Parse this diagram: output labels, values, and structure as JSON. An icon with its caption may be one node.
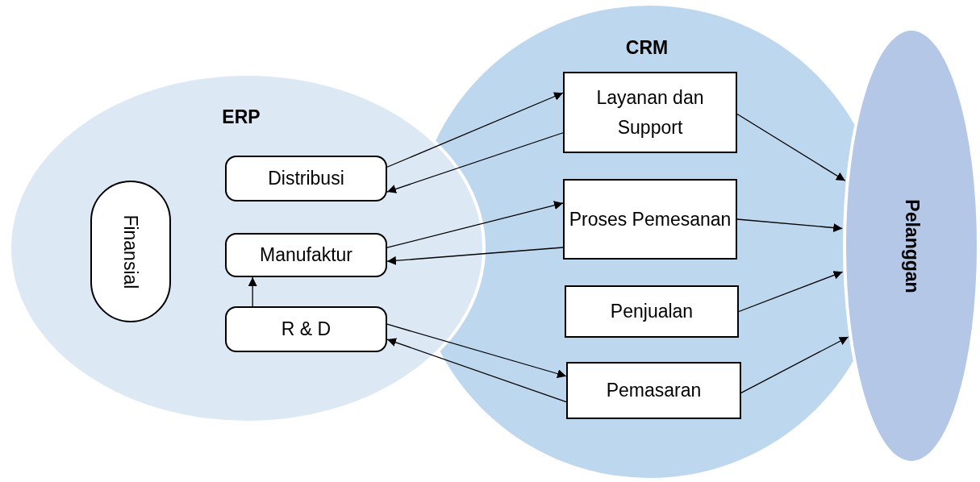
{
  "diagram": {
    "nodes": [
      {
        "text": [
          "ERP"
        ]
      },
      {
        "text": [
          "CRM"
        ]
      },
      {
        "text": [
          "Pelanggan"
        ]
      },
      {
        "text": [
          "Finansial"
        ],
        "in": 0
      },
      {
        "text": [
          "Distribusi"
        ],
        "in": 0
      },
      {
        "text": [
          "Manufaktur"
        ],
        "in": 0
      },
      {
        "text": [
          "R & D"
        ],
        "in": 0
      },
      {
        "text": [
          "Layanan dan Support"
        ],
        "in": 1
      },
      {
        "text": [
          "Proses Pemesanan"
        ],
        "in": 1
      },
      {
        "text": [
          "Penjualan"
        ],
        "in": 1
      },
      {
        "text": [
          "Pemasaran"
        ],
        "in": 1
      }
    ],
    "edges": [
      {
        "from": 4,
        "to": 7,
        "arrow": "to"
      },
      {
        "from": 7,
        "to": 4,
        "arrow": "to"
      },
      {
        "from": 5,
        "to": 8,
        "arrow": "to"
      },
      {
        "from": 8,
        "to": 5,
        "arrow": "to"
      },
      {
        "from": 6,
        "to": 5,
        "arrow": "to"
      },
      {
        "from": 6,
        "to": 10,
        "arrow": "to"
      },
      {
        "from": 10,
        "to": 6,
        "arrow": "to"
      },
      {
        "from": 7,
        "to": 2,
        "arrow": "to"
      },
      {
        "from": 8,
        "to": 2,
        "arrow": "to"
      },
      {
        "from": 9,
        "to": 2,
        "arrow": "to"
      },
      {
        "from": 10,
        "to": 2,
        "arrow": "to"
      }
    ]
  }
}
